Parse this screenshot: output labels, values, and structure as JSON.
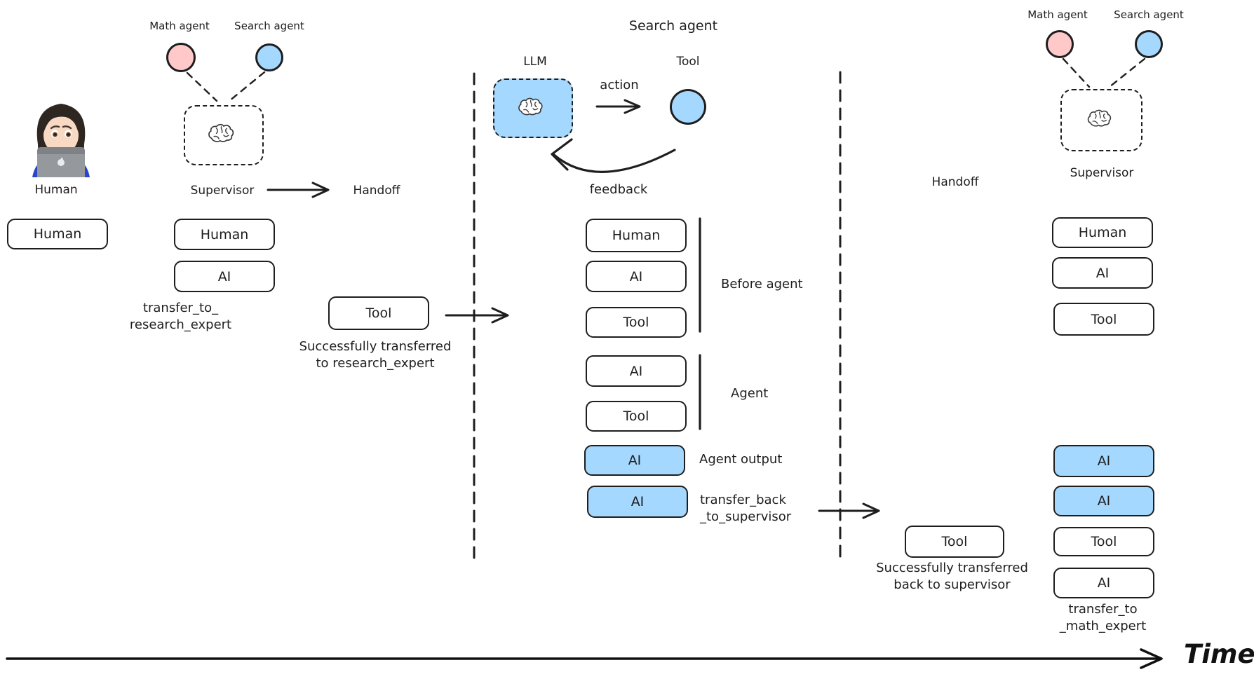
{
  "colors": {
    "ink": "#1e1e1e",
    "agent_blue": "#a5d8ff",
    "agent_pink": "#ffc9c9",
    "background": "#ffffff"
  },
  "icons": {
    "human_figure": "woman-technologist-emoji",
    "supervisor_node": "brain-icon",
    "llm_node": "brain-icon",
    "math_agent_node": "pink-circle-icon",
    "search_agent_node": "blue-circle-icon",
    "tool_node": "blue-circle-icon"
  },
  "left": {
    "lane_title": "Human",
    "human_box": "Human"
  },
  "sup1": {
    "math_agent": "Math agent",
    "search_agent": "Search agent",
    "title": "Supervisor",
    "handoff": "Handoff",
    "human_box": "Human",
    "ai_box": "AI",
    "transfer_line1": "transfer_to_",
    "transfer_line2": "research_expert",
    "tool_box": "Tool",
    "success_line1": "Successfully transferred",
    "success_line2": "to research_expert"
  },
  "mid": {
    "title": "Search agent",
    "llm_label": "LLM",
    "tool_label": "Tool",
    "action_label": "action",
    "feedback_label": "feedback",
    "human_box": "Human",
    "ai_box1": "AI",
    "tool_box1": "Tool",
    "before_label": "Before agent",
    "ai_box2": "AI",
    "tool_box2": "Tool",
    "agent_label": "Agent",
    "ai_box3": "AI",
    "output_label": "Agent output",
    "ai_box4": "AI",
    "transfer_line1": "transfer_back",
    "transfer_line2": "_to_supervisor"
  },
  "sup2": {
    "handoff": "Handoff",
    "math_agent": "Math agent",
    "search_agent": "Search agent",
    "title": "Supervisor",
    "human_box": "Human",
    "ai_box1": "AI",
    "tool_box1": "Tool",
    "ai_box2": "AI",
    "ai_box3": "AI",
    "tool_box2": "Tool",
    "ai_box4": "AI",
    "transfer_line1": "transfer_to",
    "transfer_line2": "_math_expert",
    "handoff_tool_box": "Tool",
    "success_line1": "Successfully transferred",
    "success_line2": "back to supervisor"
  },
  "time_label": "Time"
}
